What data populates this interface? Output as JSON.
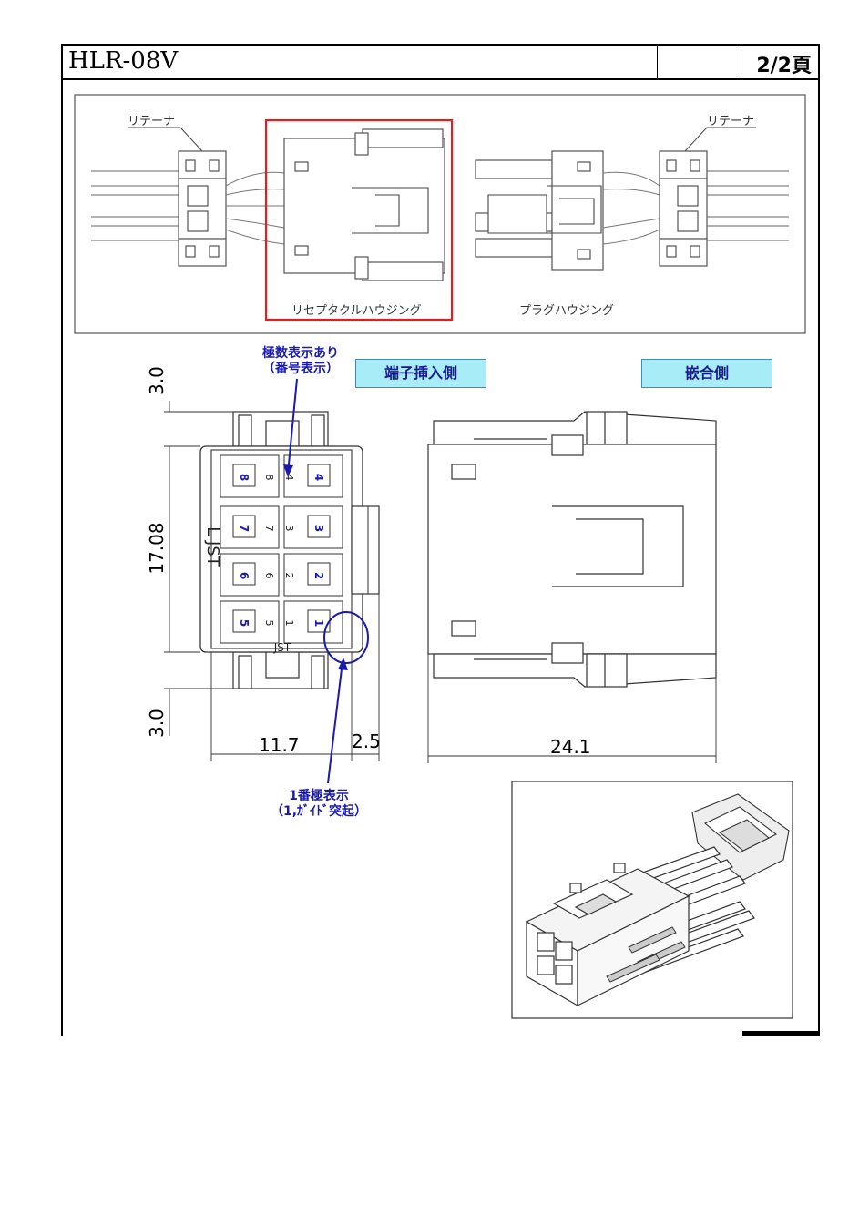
{
  "header": {
    "part_number": "HLR-08V",
    "page_label": "2/2頁"
  },
  "top_view": {
    "retainer_left": "リテーナ",
    "retainer_right": "リテーナ",
    "receptacle_housing": "リセプタクルハウジング",
    "plug_housing": "プラグハウジング",
    "highlight_color": "#e02020"
  },
  "notes": {
    "polarity_line1": "極数表示あり",
    "polarity_line2": "（番号表示）",
    "pin1_line1": "1番極表示",
    "pin1_line2": "（1,ｶﾞｲﾄﾞ突起）",
    "note_color": "#1a1ab0"
  },
  "tags": {
    "terminal_side": "端子挿入側",
    "mating_side": "嵌合側",
    "tag_color": "#a8ecf8"
  },
  "dimensions": {
    "top_height": "3.0",
    "body_height": "17.08",
    "bottom_height": "3.0",
    "body_width": "11.7",
    "guide_width": "2.5",
    "side_length": "24.1"
  },
  "cavities": {
    "left_column": [
      "8",
      "7",
      "6",
      "5"
    ],
    "right_column": [
      "4",
      "3",
      "2",
      "1"
    ],
    "inner_left": [
      "8",
      "7",
      "6",
      "5"
    ],
    "inner_right": [
      "4",
      "3",
      "2",
      "1"
    ]
  },
  "markings": {
    "maker": "JST",
    "side_mark": "L JST"
  }
}
